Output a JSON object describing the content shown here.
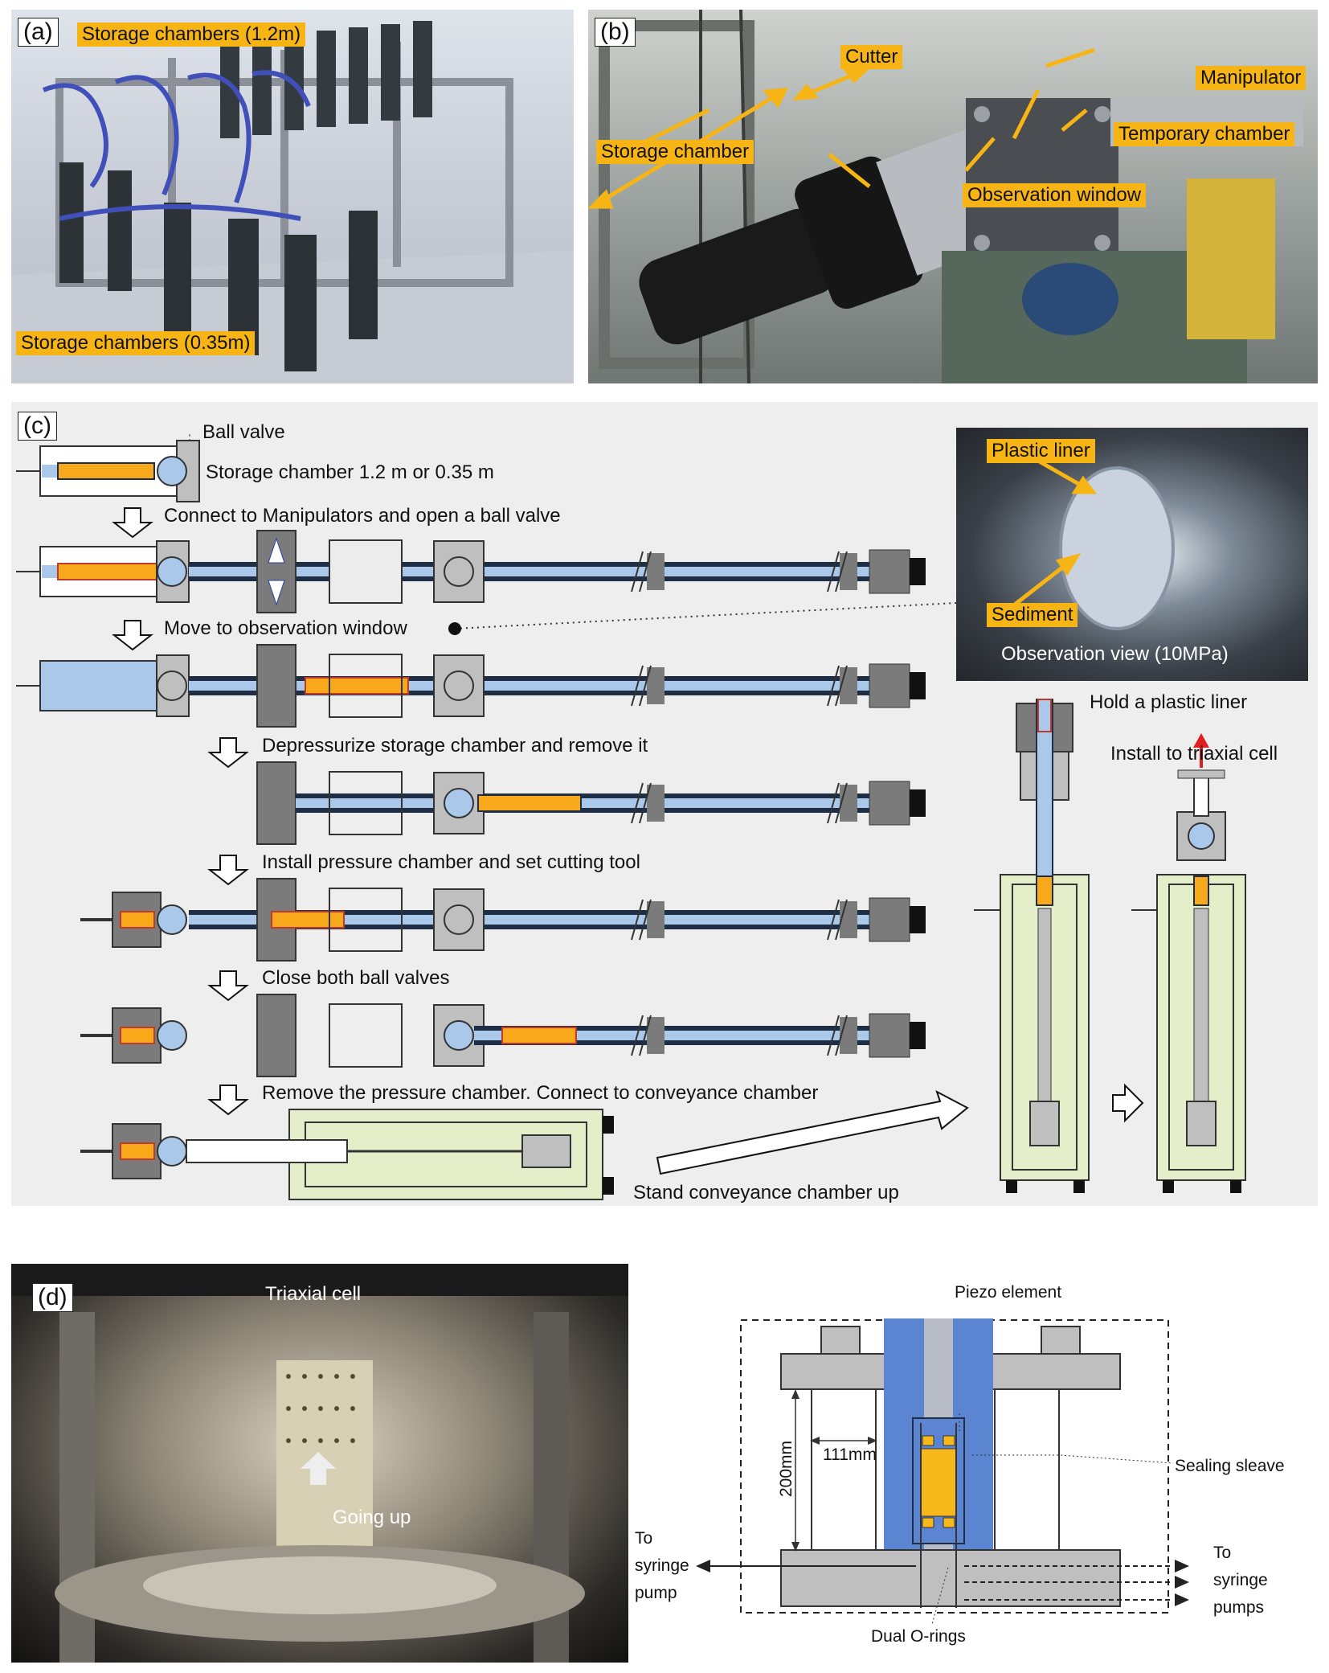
{
  "panels": {
    "a": {
      "tag": "(a)",
      "labels": [
        "Storage chambers (1.2m)",
        "Storage chambers (0.35m)"
      ]
    },
    "b": {
      "tag": "(b)",
      "labels": [
        "Cutter",
        "Manipulator",
        "Temporary chamber",
        "Storage chamber",
        "Observation window"
      ]
    },
    "c": {
      "tag": "(c)",
      "ball_valve": "Ball valve",
      "storage_chamber": "Storage chamber 1.2 m or 0.35 m",
      "steps": [
        "Connect to Manipulators and open a ball valve",
        "Move to observation window",
        "Depressurize storage chamber and remove it",
        "Install pressure chamber and set cutting tool",
        "Close both ball valves",
        "Remove the pressure chamber. Connect to conveyance chamber"
      ],
      "stand_up": "Stand conveyance chamber up",
      "hold_liner": "Hold a plastic liner",
      "install_triaxial": "Install to triaxial cell",
      "inset": {
        "plastic_liner": "Plastic liner",
        "sediment": "Sediment",
        "caption": "Observation view (10MPa)"
      }
    },
    "d": {
      "tag": "(d)",
      "triaxial_cell": "Triaxial cell",
      "going_up": "Going up",
      "piezo": "Piezo element",
      "sealing": "Sealing sleave",
      "dim_height": "200mm",
      "dim_width": "111mm",
      "to_pump_left": [
        "To",
        "syringe",
        "pump"
      ],
      "to_pumps_right": [
        "To",
        "syringe",
        "pumps"
      ],
      "orings": "Dual O-rings"
    }
  },
  "colors": {
    "label_bg": "#f6b515",
    "water": "#a9c8ea",
    "sediment": "#f7a81b",
    "chamber_green": "#e4efc9",
    "metal_dark": "#6f6f6f",
    "metal_light": "#bfbfbf"
  }
}
